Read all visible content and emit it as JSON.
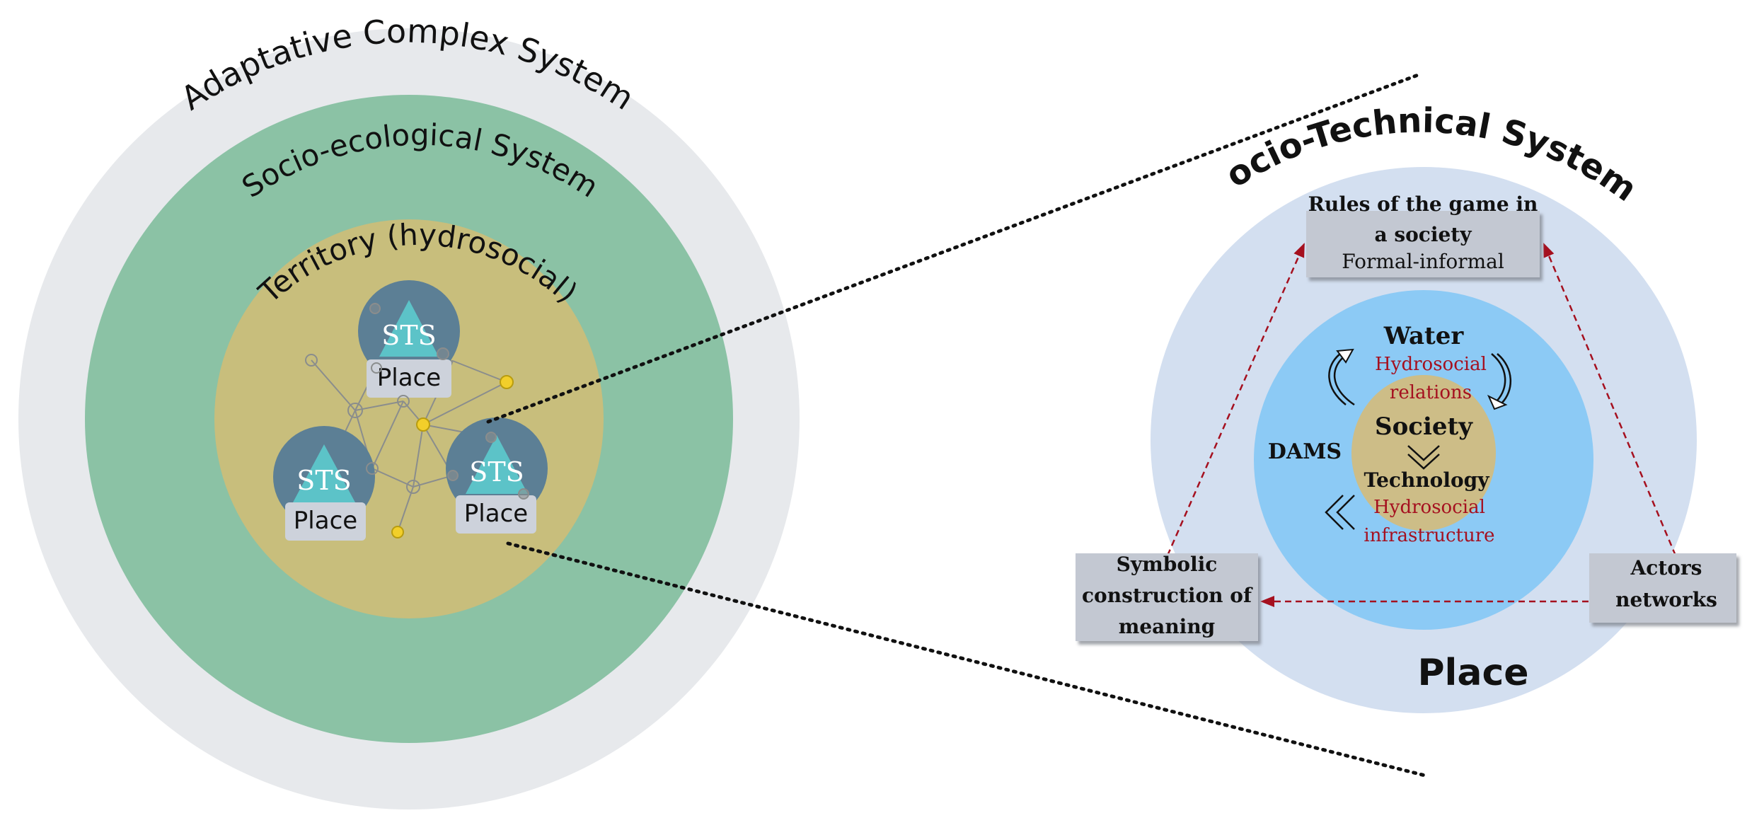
{
  "left_diagram": {
    "outer_label": "Adaptative Complex System",
    "middle_label": "Socio-ecological System",
    "inner_label": "Territory (hydrosocial)",
    "nodes": [
      {
        "sts_label": "STS",
        "place_label": "Place"
      },
      {
        "sts_label": "STS",
        "place_label": "Place"
      },
      {
        "sts_label": "STS",
        "place_label": "Place"
      }
    ]
  },
  "right_diagram": {
    "title": "Socio-Technical System",
    "place_label": "Place",
    "rules_box": {
      "line1": "Rules of the game in",
      "line2": "a society",
      "line3": "Formal-informal"
    },
    "symbolic_box": {
      "line1": "Symbolic",
      "line2": "construction of",
      "line3": "meaning"
    },
    "actors_box": {
      "line1": "Actors",
      "line2": "networks"
    },
    "center": {
      "water": "Water",
      "relations_line1": "Hydrosocial",
      "relations_line2": "relations",
      "society": "Society",
      "technology": "Technology",
      "infra_line1": "Hydrosocial",
      "infra_line2": "infrastructure",
      "dams": "DAMS"
    }
  },
  "colors": {
    "outer_ring": "#e7e9ec",
    "socio_ecological": "#8bc2a5",
    "territory": "#c8be7c",
    "sts_circle": "#5c7f95",
    "sts_triangle": "#5cc3c8",
    "place_box": "#cdd2db",
    "right_outer": "#d3dff0",
    "right_middle": "#8ccaf5",
    "right_core": "#cdbd87",
    "accent_red": "#a5101f",
    "node_yellow": "#f2cf2a",
    "node_line": "#8a8d8d"
  }
}
